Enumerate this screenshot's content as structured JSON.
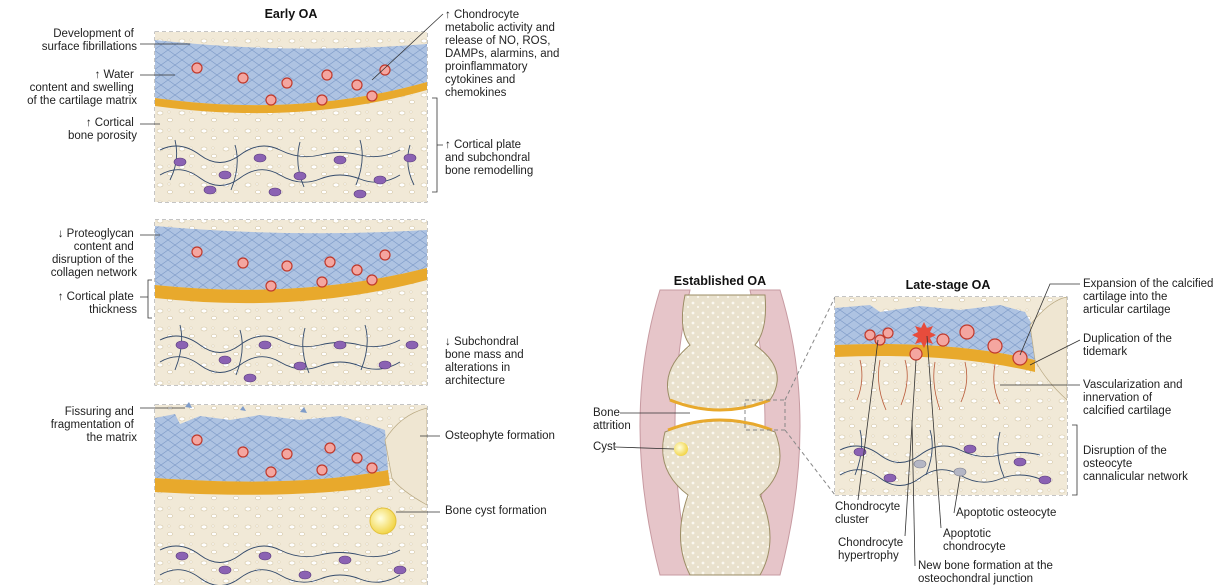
{
  "titles": {
    "early": "Early OA",
    "established": "Established OA",
    "late": "Late-stage OA"
  },
  "panel1": {
    "fibrillations": [
      "Development of",
      "surface fibrillations"
    ],
    "water": [
      "↑ Water",
      "content and swelling",
      "of the cartilage matrix"
    ],
    "porosity": [
      "↑ Cortical",
      "bone porosity"
    ],
    "chondrocyte": [
      "↑ Chondrocyte",
      "metabolic activity and",
      "release of NO, ROS,",
      "DAMPs, alarmins, and",
      "proinflammatory",
      "cytokines and",
      "chemokines"
    ],
    "remodelling": [
      "↑ Cortical plate",
      "and subchondral",
      "bone remodelling"
    ]
  },
  "panel2": {
    "proteoglycan": [
      "↓ Proteoglycan",
      "content and",
      "disruption of the",
      "collagen network"
    ],
    "thickness": [
      "↑ Cortical plate",
      "thickness"
    ],
    "bonemass": [
      "↓ Subchondral",
      "bone mass and",
      "alterations in",
      "architecture"
    ]
  },
  "panel3": {
    "fissuring": [
      "Fissuring and",
      "fragmentation of",
      "the matrix"
    ],
    "osteophyte": "Osteophyte formation",
    "cyst_formation": "Bone cyst formation"
  },
  "joint": {
    "attrition": [
      "Bone",
      "attrition"
    ],
    "cyst": "Cyst"
  },
  "late": {
    "expansion": [
      "Expansion of the calcified",
      "cartilage into the",
      "articular cartilage"
    ],
    "duplication": [
      "Duplication of the",
      "tidemark"
    ],
    "vascular": [
      "Vascularization and",
      "innervation of",
      "calcified cartilage"
    ],
    "disruption": [
      "Disruption of the",
      "osteocyte",
      "cannalicular network"
    ],
    "cluster": [
      "Chondrocyte",
      "cluster"
    ],
    "hypertrophy": [
      "Chondrocyte",
      "hypertrophy"
    ],
    "apoptotic_osteocyte": "Apoptotic osteocyte",
    "apoptotic_chondrocyte": [
      "Apoptotic",
      "chondrocyte"
    ],
    "newbone": [
      "New bone formation at the",
      "osteochondral junction"
    ]
  },
  "colors": {
    "cartilage": "#a9c0e0",
    "cartilage_dark": "#6f90c6",
    "tidemark": "#e8a92c",
    "bone": "#efe6d2",
    "osteocyte": "#8b62b3",
    "chondrocyte": "#d9534f",
    "capsule": "#e6c5c9"
  }
}
